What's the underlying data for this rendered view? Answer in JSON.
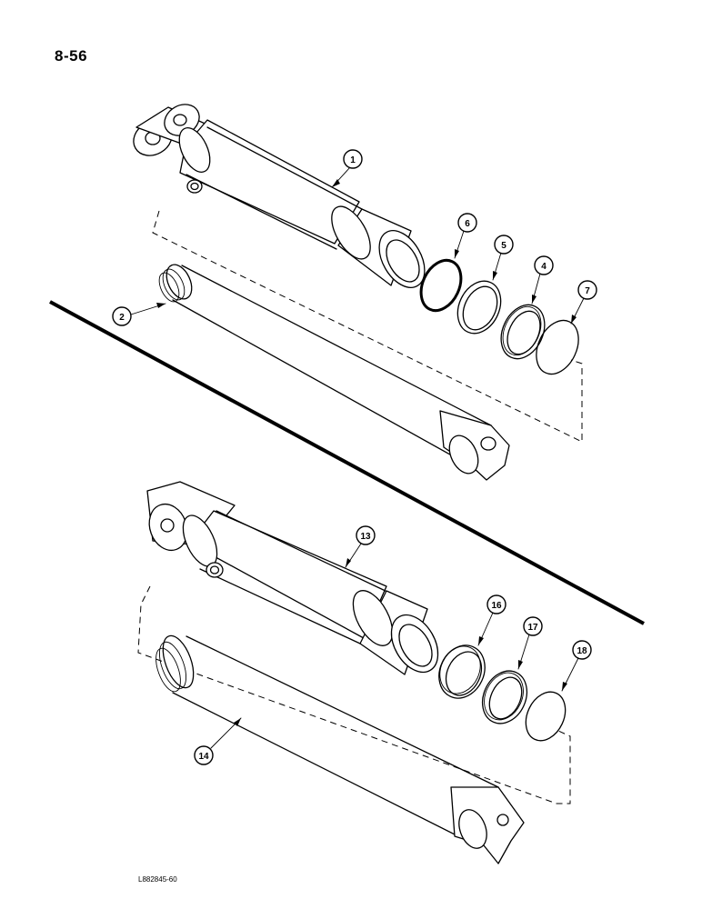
{
  "page": {
    "number": "8-56",
    "figure_code": "L882845-60"
  },
  "callouts": {
    "c1": "1",
    "c2": "2",
    "c4": "4",
    "c5": "5",
    "c6": "6",
    "c7": "7",
    "c13": "13",
    "c14": "14",
    "c16": "16",
    "c17": "17",
    "c18": "18"
  }
}
